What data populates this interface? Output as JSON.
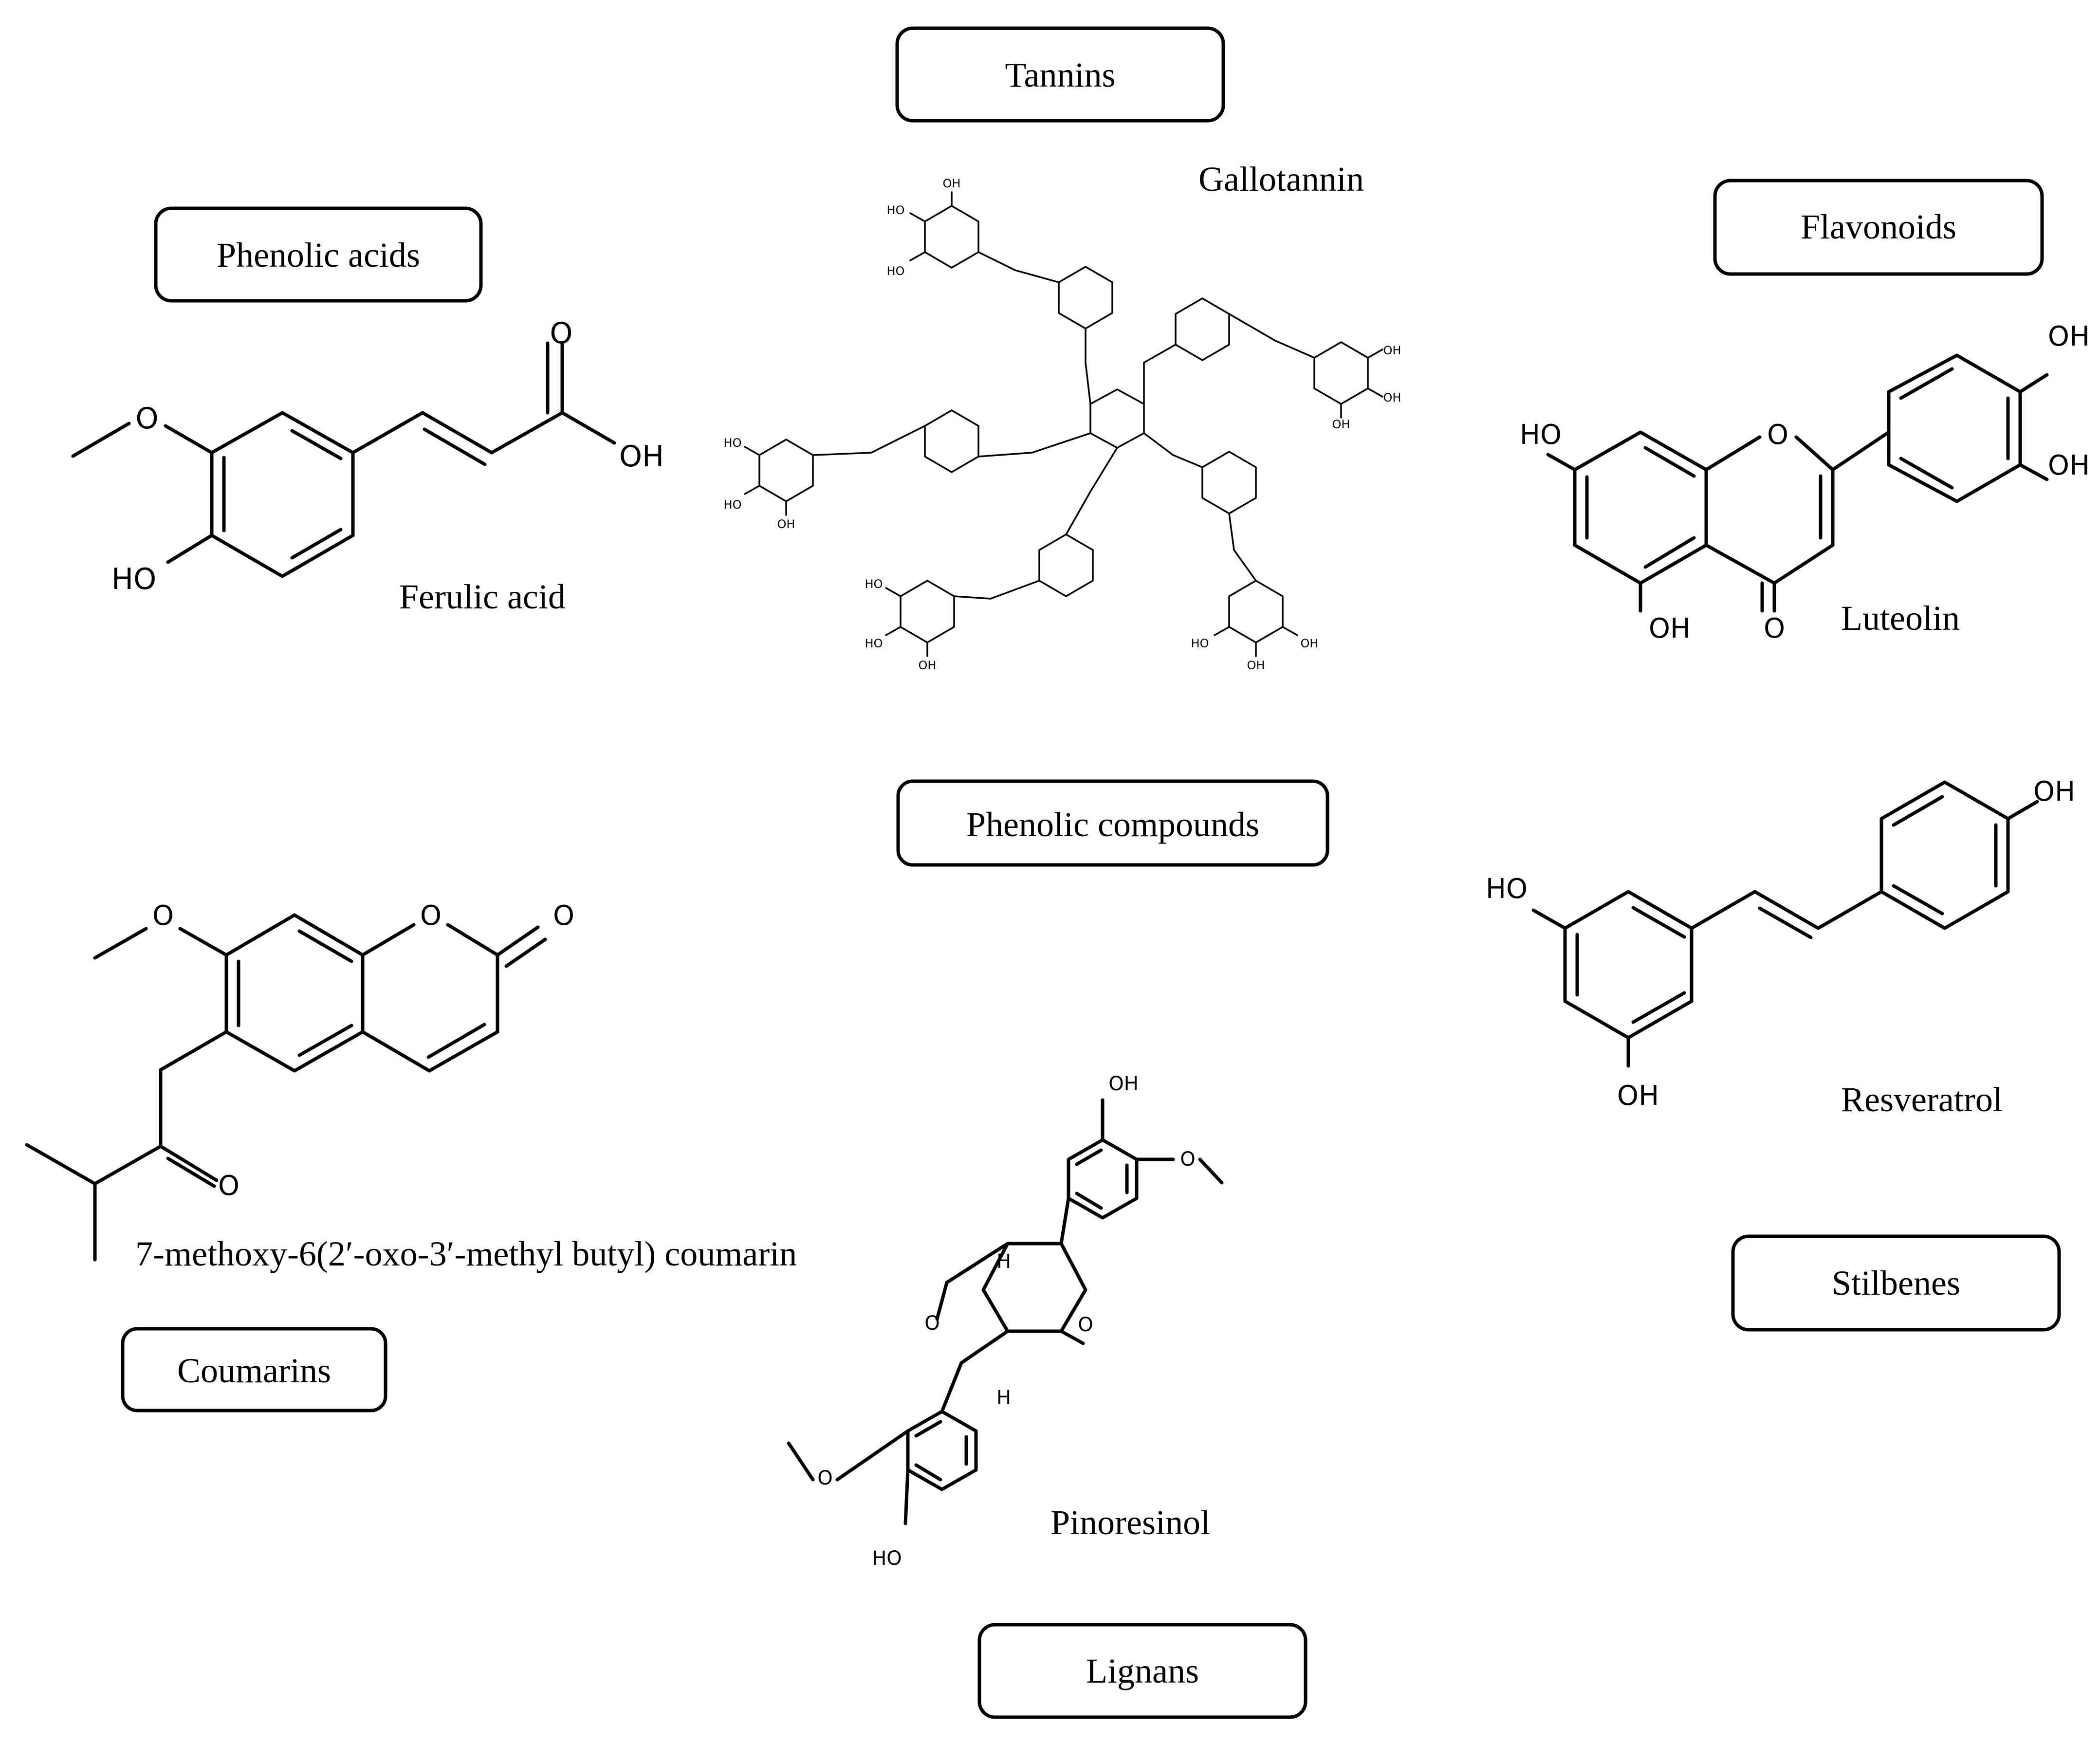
{
  "categories": {
    "center": "Phenolic compounds",
    "tannins": "Tannins",
    "phenolic_acids": "Phenolic acids",
    "flavonoids": "Flavonoids",
    "stilbenes": "Stilbenes",
    "coumarins": "Coumarins",
    "lignans": "Lignans"
  },
  "compounds": {
    "gallotannin": "Gallotannin",
    "ferulic_acid": "Ferulic acid",
    "luteolin": "Luteolin",
    "resveratrol": "Resveratrol",
    "coumarin": "7-methoxy-6(2′-oxo-3′-methyl butyl) coumarin",
    "pinoresinol": "Pinoresinol"
  },
  "atom_labels": {
    "OH": "OH",
    "HO": "HO",
    "O": "O",
    "H": "H"
  }
}
